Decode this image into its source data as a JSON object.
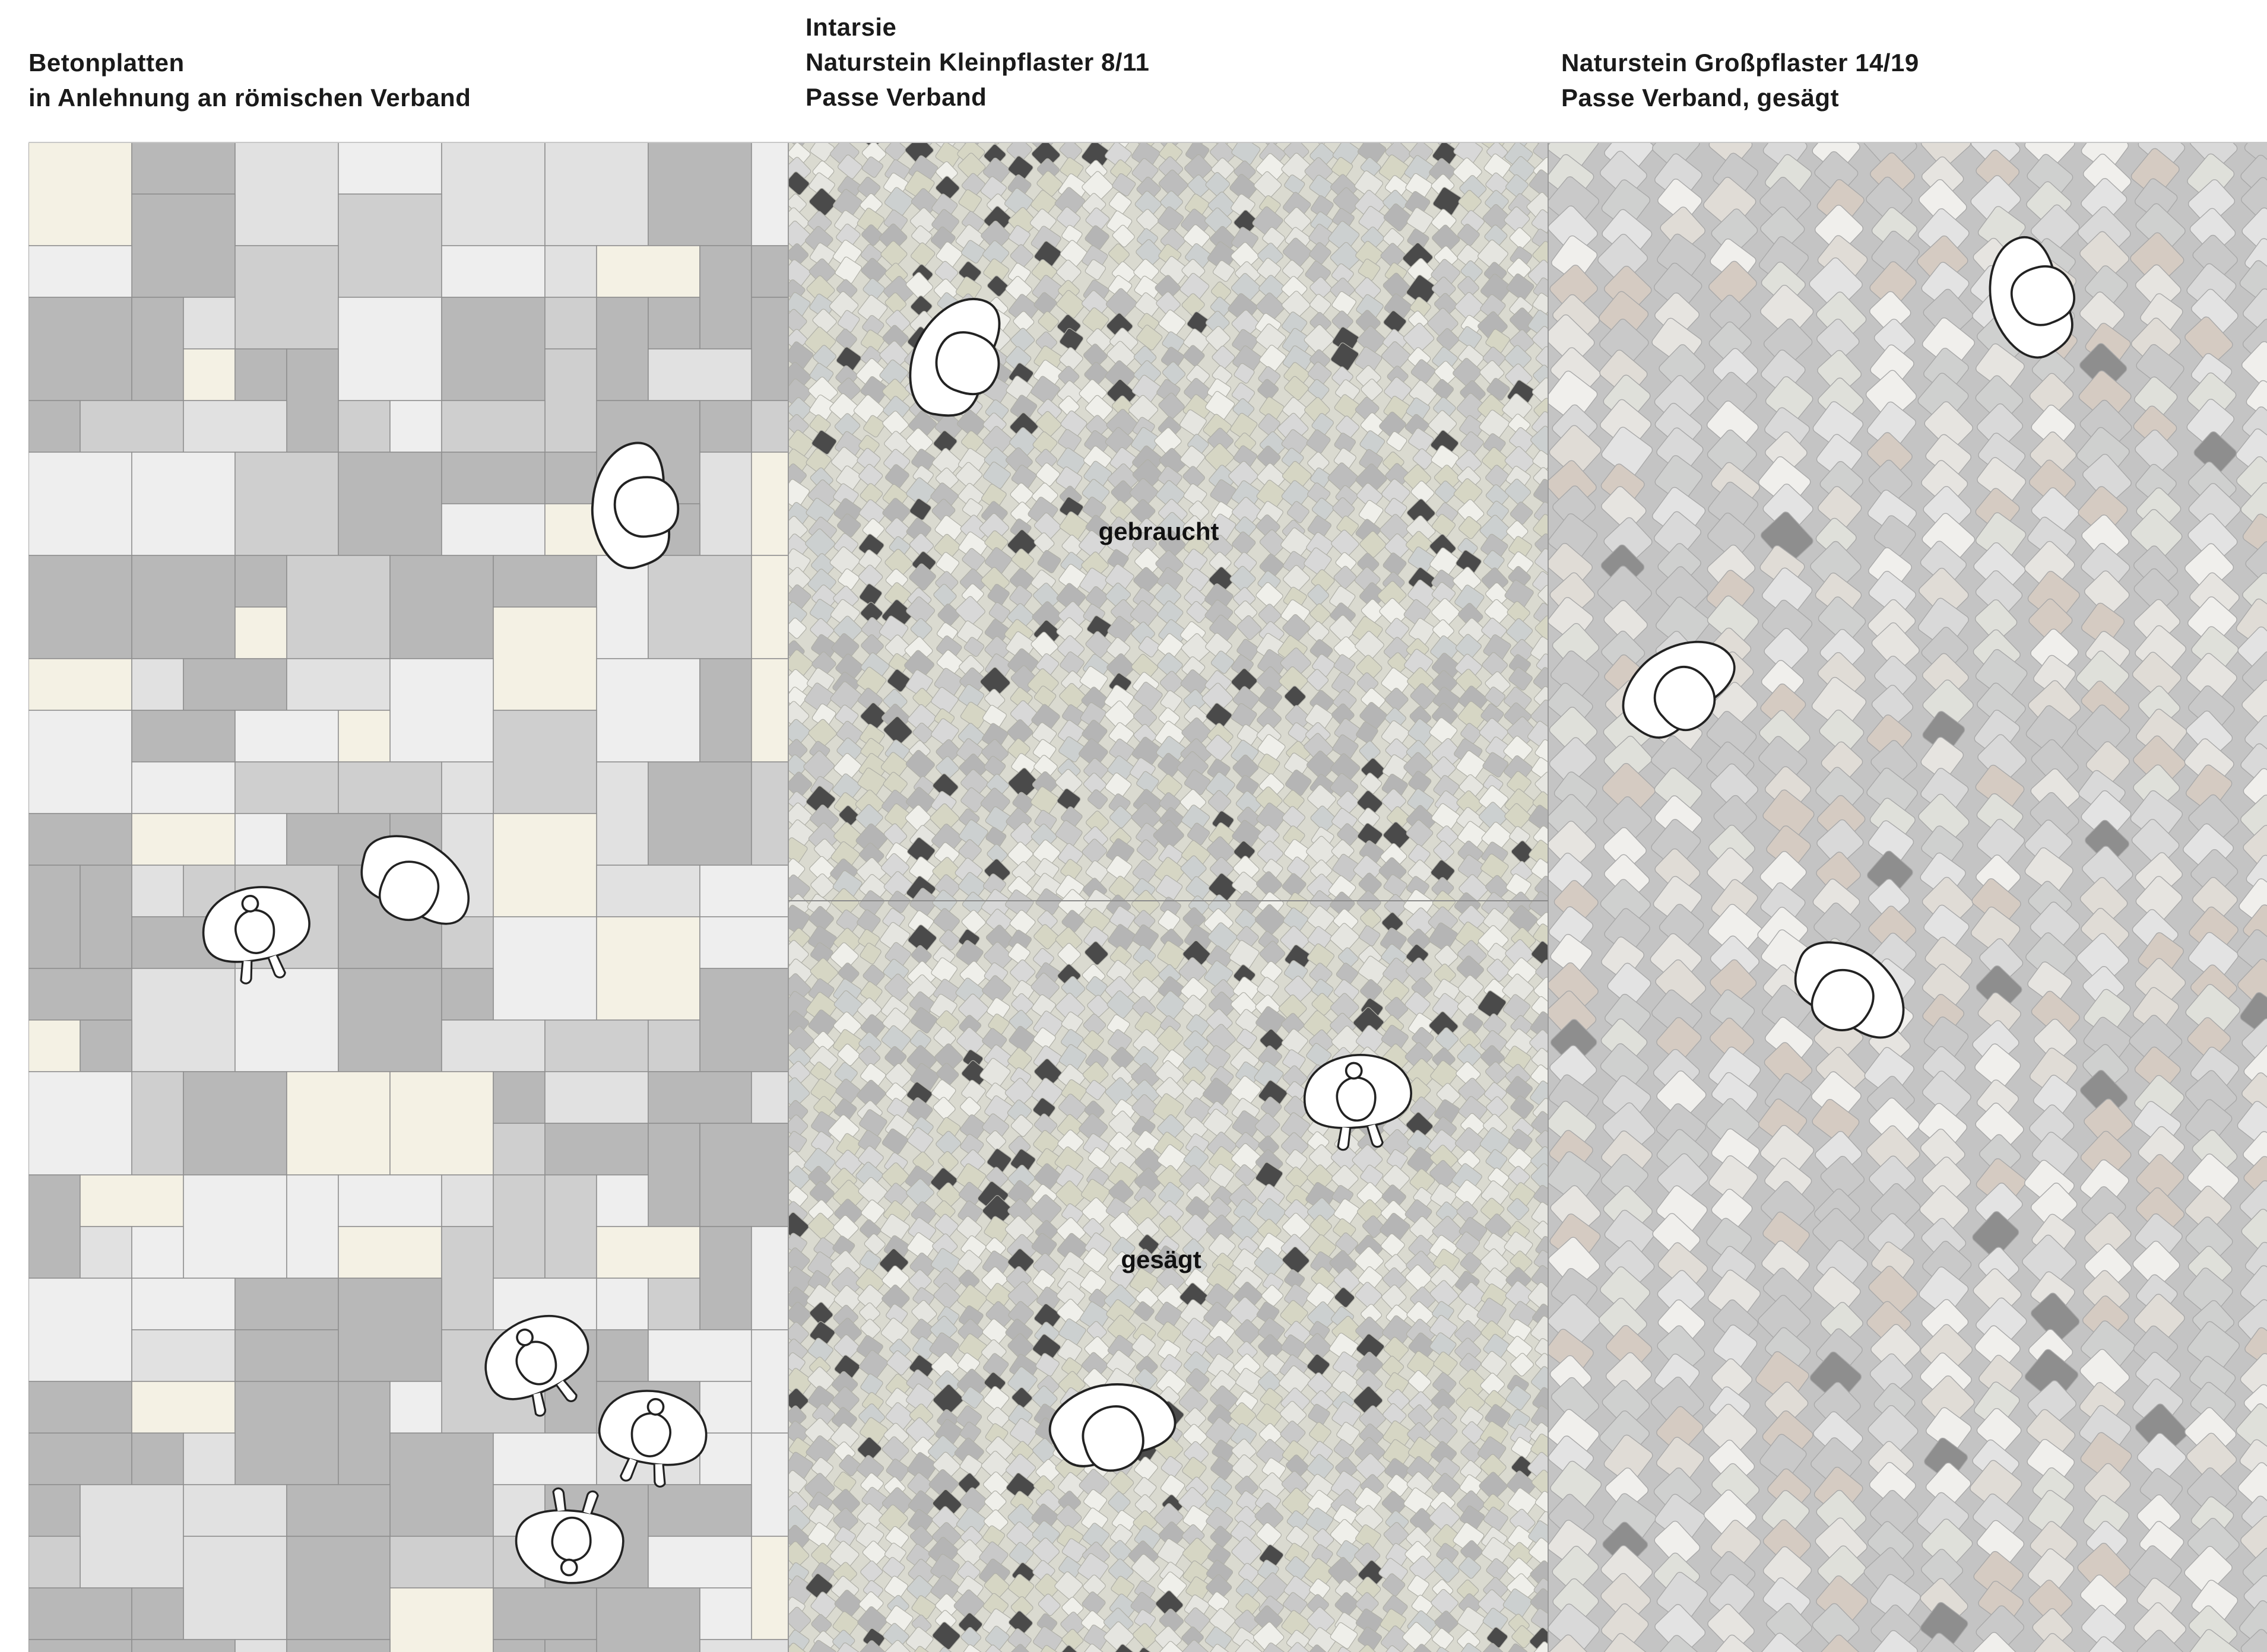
{
  "panels": [
    {
      "id": "beton",
      "title_lines": [
        "Betonplatten",
        "in Anlehnung an römischen Verband"
      ],
      "colors": [
        "#b8b8b8",
        "#cfcfcf",
        "#e1e1e1",
        "#eeeeee",
        "#f4f1e4"
      ]
    },
    {
      "id": "kleinpflaster",
      "title_lines": [
        "Intarsie",
        "Naturstein Kleinpflaster 8/11",
        "Passe Verband"
      ],
      "zones": [
        {
          "label": "gebraucht"
        },
        {
          "label": "gesägt"
        }
      ],
      "joint_color": "#dadad0",
      "colors": [
        "#c9c9c9",
        "#b5b5b5",
        "#d8d8d8",
        "#e5e5e0",
        "#d6d6c4",
        "#ccd0d0",
        "#efefea",
        "#bdbdbd"
      ],
      "dark_color": "#4a4a4a"
    },
    {
      "id": "grosspflaster",
      "title_lines": [
        "Naturstein Großpflaster 14/19",
        "Passe Verband, gesägt"
      ],
      "joint_color": "#c4c4c4",
      "colors": [
        "#e6e4e0",
        "#d9d9d9",
        "#f0efec",
        "#e0dcd6",
        "#cfd0cf",
        "#e3e3e3",
        "#d5cbc2",
        "#dfe0da",
        "#c9c9c9"
      ],
      "dark_color": "#8e8e8e"
    }
  ],
  "icons": [
    "person-topview-icon"
  ]
}
